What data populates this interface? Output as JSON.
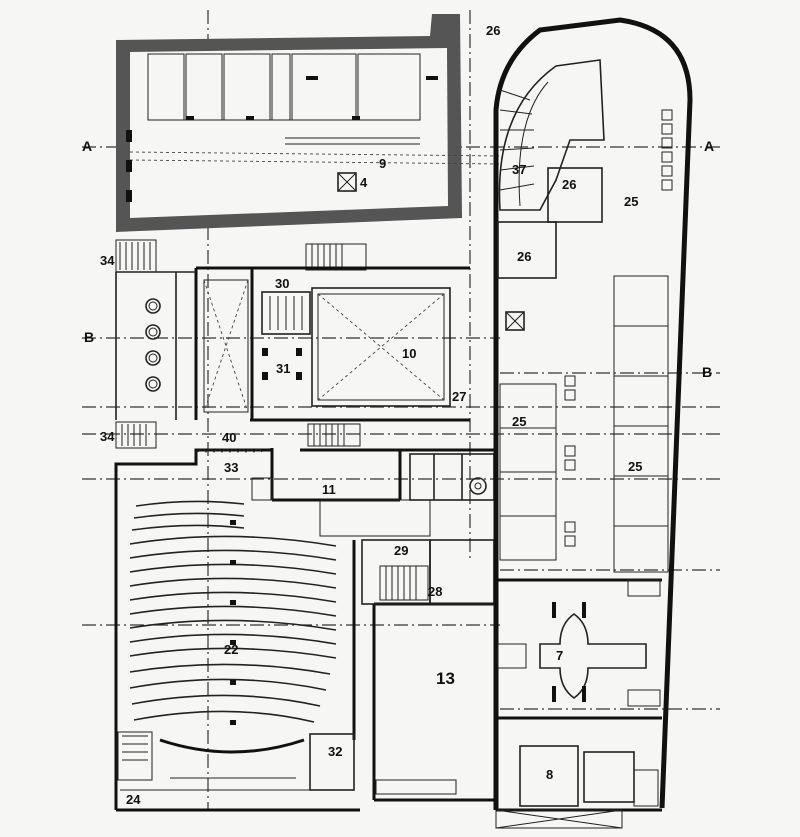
{
  "plan": {
    "section_markers": {
      "a_left": "A",
      "a_right": "A",
      "b_left": "B",
      "b_right": "B"
    },
    "room_labels": {
      "r4": "4",
      "r7": "7",
      "r8": "8",
      "r9": "9",
      "r10": "10",
      "r11": "11",
      "r13": "13",
      "r22": "22",
      "r24": "24",
      "r25a": "25",
      "r25b": "25",
      "r25c": "25",
      "r26a": "26",
      "r26b": "26",
      "r26c": "26",
      "r27": "27",
      "r28": "28",
      "r29": "29",
      "r30": "30",
      "r31": "31",
      "r32": "32",
      "r33": "33",
      "r34a": "34",
      "r34b": "34",
      "r37": "37",
      "r40": "40"
    }
  }
}
